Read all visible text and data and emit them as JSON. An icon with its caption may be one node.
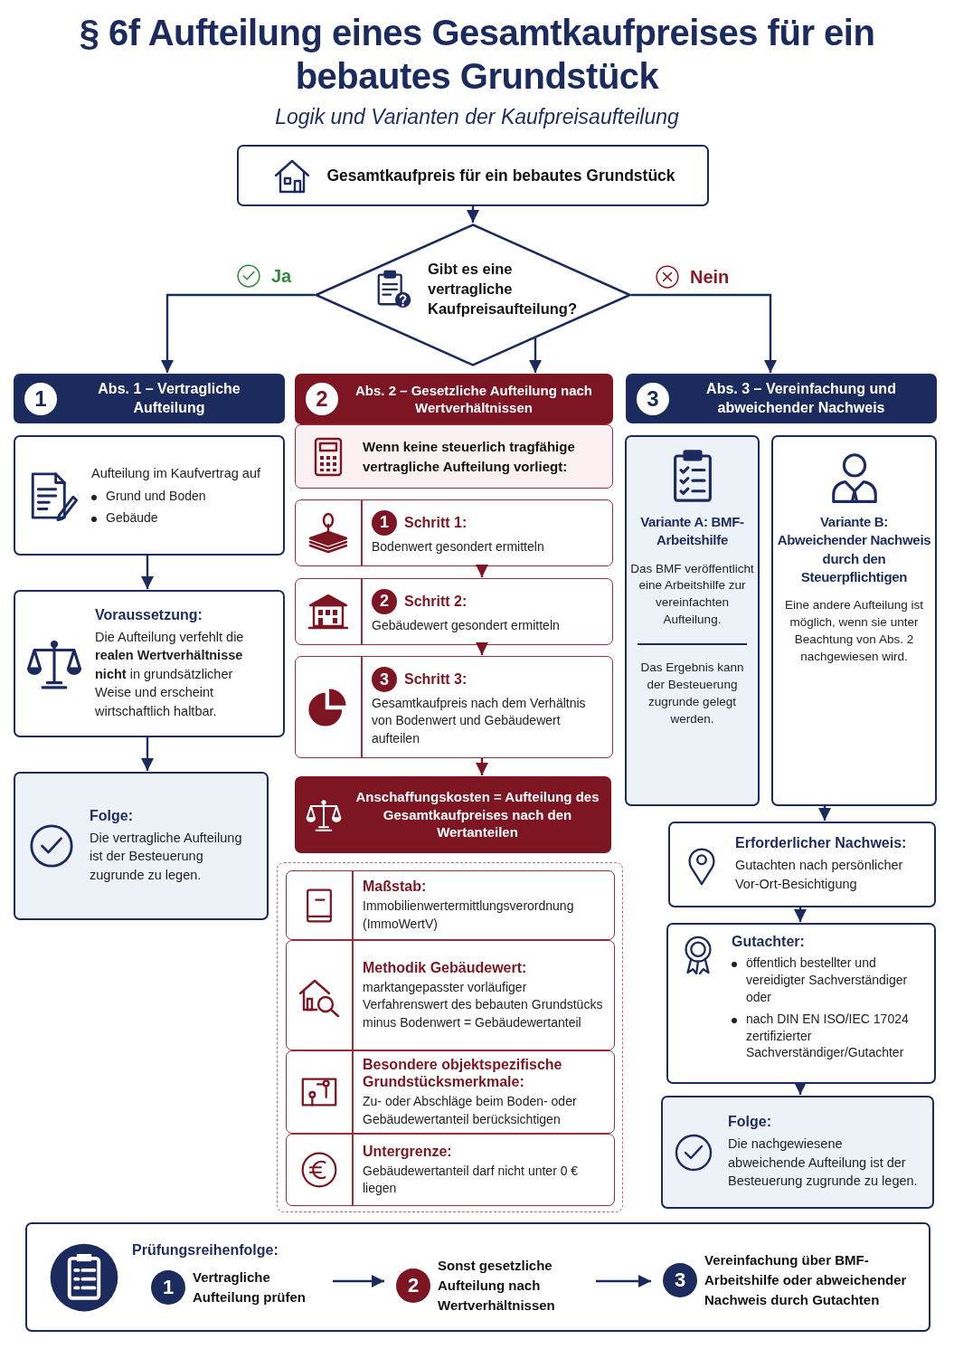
{
  "diagram": {
    "title": "§ 6f Aufteilung eines Gesamtkaufpreises für ein bebautes Grundstück",
    "nodes": [
      {
        "text": [
          "Gesamtkaufpreis für ein bebautes Grundstück"
        ]
      },
      {
        "text": [
          "Gibt es eine vertragliche Kaufpreisaufteilung?"
        ]
      },
      {
        "text": [
          "1",
          "Abs. 1 – Vertragliche Aufteilung"
        ]
      },
      {
        "text": [
          "2",
          "Abs. 2 – Gesetzliche Aufteilung nach Wertverhältnissen"
        ]
      },
      {
        "text": [
          "3",
          "Abs. 3 – Vereinfachung und abweichender Nachweis"
        ]
      },
      {
        "text": [
          "Aufteilung im Kaufvertrag auf",
          "Grund und Boden",
          "Gebäude"
        ]
      },
      {
        "text": [
          "Voraussetzung:",
          "Die Aufteilung verfehlt die **realen Wertverhältnisse nicht** in grundsätzlicher Weise und erscheint wirtschaftlich haltbar."
        ]
      },
      {
        "text": [
          "Folge:",
          "Die vertragliche Aufteilung ist der Besteuerung zugrunde zu legen."
        ]
      },
      {
        "text": [
          "Wenn keine steuerlich tragfähige vertragliche Aufteilung vorliegt:"
        ]
      },
      {
        "text": [
          "1",
          "Schritt 1:",
          "Bodenwert gesondert ermitteln"
        ]
      },
      {
        "text": [
          "2",
          "Schritt 2:",
          "Gebäudewert gesondert ermitteln"
        ]
      },
      {
        "text": [
          "3",
          "Schritt 3:",
          "Gesamtkaufpreis nach dem Verhältnis von Bodenwert und Gebäudewert aufteilen"
        ]
      },
      {
        "text": [
          "Anschaffungskosten = Aufteilung des Gesamtkaufpreises nach den Wertanteilen"
        ]
      },
      {
        "text": [
          "Maßstab:",
          "Immobilienwertermittlungsverordnung (ImmoWertV)"
        ]
      },
      {
        "text": [
          "Methodik Gebäudewert:",
          "marktangepasster vorläufiger Verfahrenswert des bebauten Grundstücks minus Bodenwert = Gebäudewertanteil"
        ]
      },
      {
        "text": [
          "Besondere objektspezifische Grundstücksmerkmale:",
          "Zu- oder Abschläge beim Boden- oder Gebäudewertanteil berücksichtigen"
        ]
      },
      {
        "text": [
          "Untergrenze:",
          "Gebäudewertanteil darf nicht unter 0 € liegen"
        ]
      },
      {
        "text": [
          "Variante A: BMF-Arbeitshilfe",
          "Das BMF veröffentlicht eine Arbeitshilfe zur vereinfachten Aufteilung.",
          "Das Ergebnis kann der Besteuerung zugrunde gelegt werden."
        ]
      },
      {
        "text": [
          "Variante B: Abweichender Nachweis durch den Steuerpflichtigen",
          "Eine andere Aufteilung ist möglich, wenn sie unter Beachtung von Abs. 2 nachgewiesen wird."
        ]
      },
      {
        "text": [
          "Erforderlicher Nachweis:",
          "Gutachten nach persönlicher Vor-Ort-Besichtigung"
        ]
      },
      {
        "text": [
          "Gutachter:",
          "öffentlich bestellter und vereidigter Sachverständiger oder",
          "nach DIN EN ISO/IEC 17024 zertifizierter Sachverständiger/Gutachter"
        ]
      },
      {
        "text": [
          "Folge:",
          "Die nachgewiesene abweichende Aufteilung ist der Besteuerung zugrunde zu legen."
        ]
      },
      {
        "text": [
          "Prüfungsreihenfolge:"
        ]
      },
      {
        "text": [
          "1",
          "Vertragliche Aufteilung prüfen"
        ],
        "in": 22
      },
      {
        "text": [
          "2",
          "Sonst gesetzliche Aufteilung nach Wertverhältnissen"
        ],
        "in": 22
      },
      {
        "text": [
          "3",
          "Vereinfachung über BMF-Arbeitshilfe oder abweichender Nachweis durch Gutachten"
        ],
        "in": 22
      }
    ],
    "edges": [
      {
        "from": 0,
        "to": 1,
        "arrow": "to"
      },
      {
        "from": 1,
        "to": 2,
        "arrow": "to",
        "label": "Ja"
      },
      {
        "from": 1,
        "to": 3,
        "arrow": "to"
      },
      {
        "from": 1,
        "to": 4,
        "arrow": "to",
        "label": "Nein"
      },
      {
        "from": 5,
        "to": 6,
        "arrow": "to"
      },
      {
        "from": 6,
        "to": 7,
        "arrow": "to"
      },
      {
        "from": 9,
        "to": 10,
        "arrow": "to",
        "color": "#7d1522"
      },
      {
        "from": 10,
        "to": 11,
        "arrow": "to",
        "color": "#7d1522"
      },
      {
        "from": 11,
        "to": 12,
        "arrow": "to",
        "color": "#7d1522"
      },
      {
        "from": 18,
        "to": 19,
        "arrow": "to"
      },
      {
        "from": 19,
        "to": 20,
        "arrow": "to"
      },
      {
        "from": 20,
        "to": 21,
        "arrow": "to"
      },
      {
        "from": 23,
        "to": 24,
        "arrow": "to"
      },
      {
        "from": 24,
        "to": 25,
        "arrow": "to"
      }
    ],
    "labels": [
      "Logik und Varianten der Kaufpreisaufteilung"
    ]
  }
}
